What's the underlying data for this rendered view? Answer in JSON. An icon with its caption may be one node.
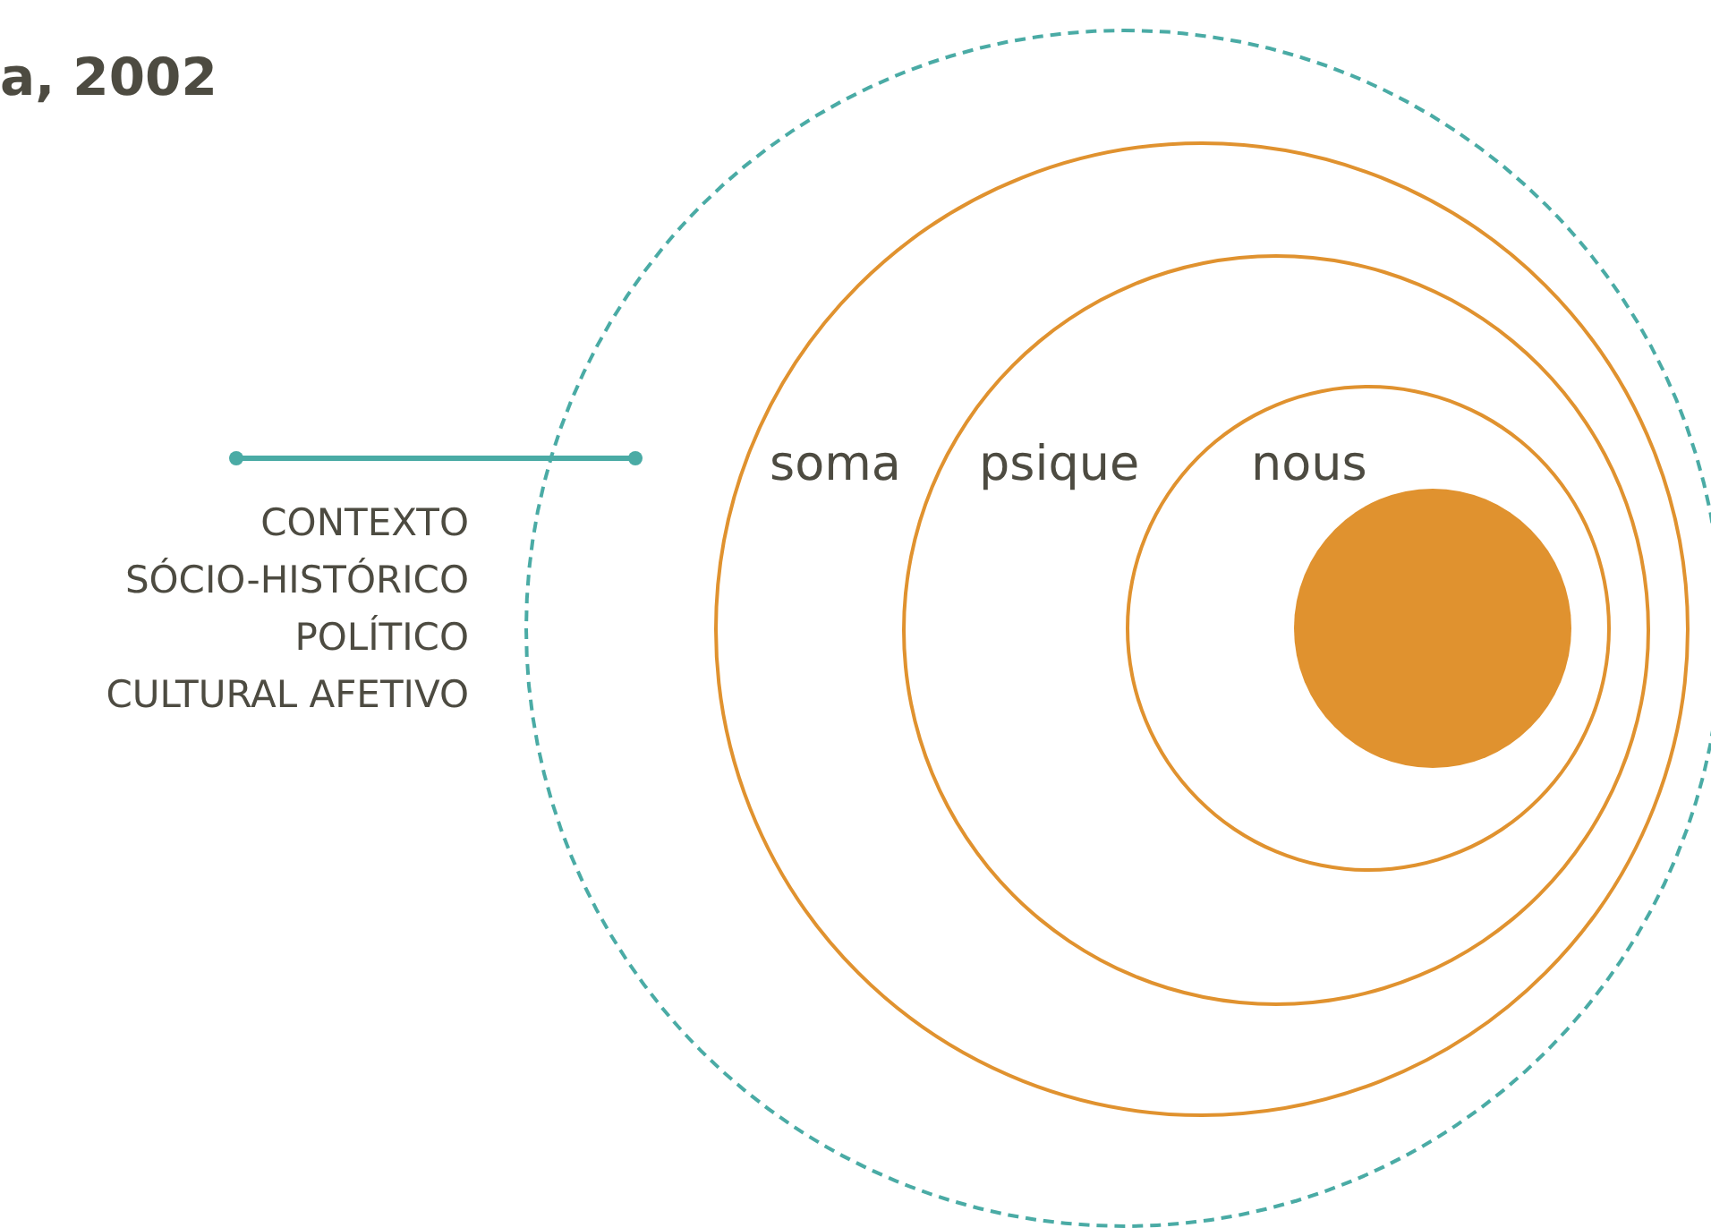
{
  "diagram": {
    "title": "a, 2002",
    "nodes": [
      {
        "text": [
          "CONTEXTO",
          "SÓCIO-HISTÓRICO",
          "POLÍTICO",
          "CULTURAL AFETIVO"
        ]
      },
      {
        "text": [],
        "shape": "circle"
      },
      {
        "text": [
          "soma"
        ],
        "in": 1
      },
      {
        "text": [
          "psique"
        ],
        "in": 2
      },
      {
        "text": [
          "nous"
        ],
        "in": 3
      },
      {
        "text": [],
        "shape": "circle",
        "in": 4
      }
    ],
    "edges": [
      {
        "from": 0,
        "to": 1,
        "arrow": "other"
      }
    ]
  }
}
